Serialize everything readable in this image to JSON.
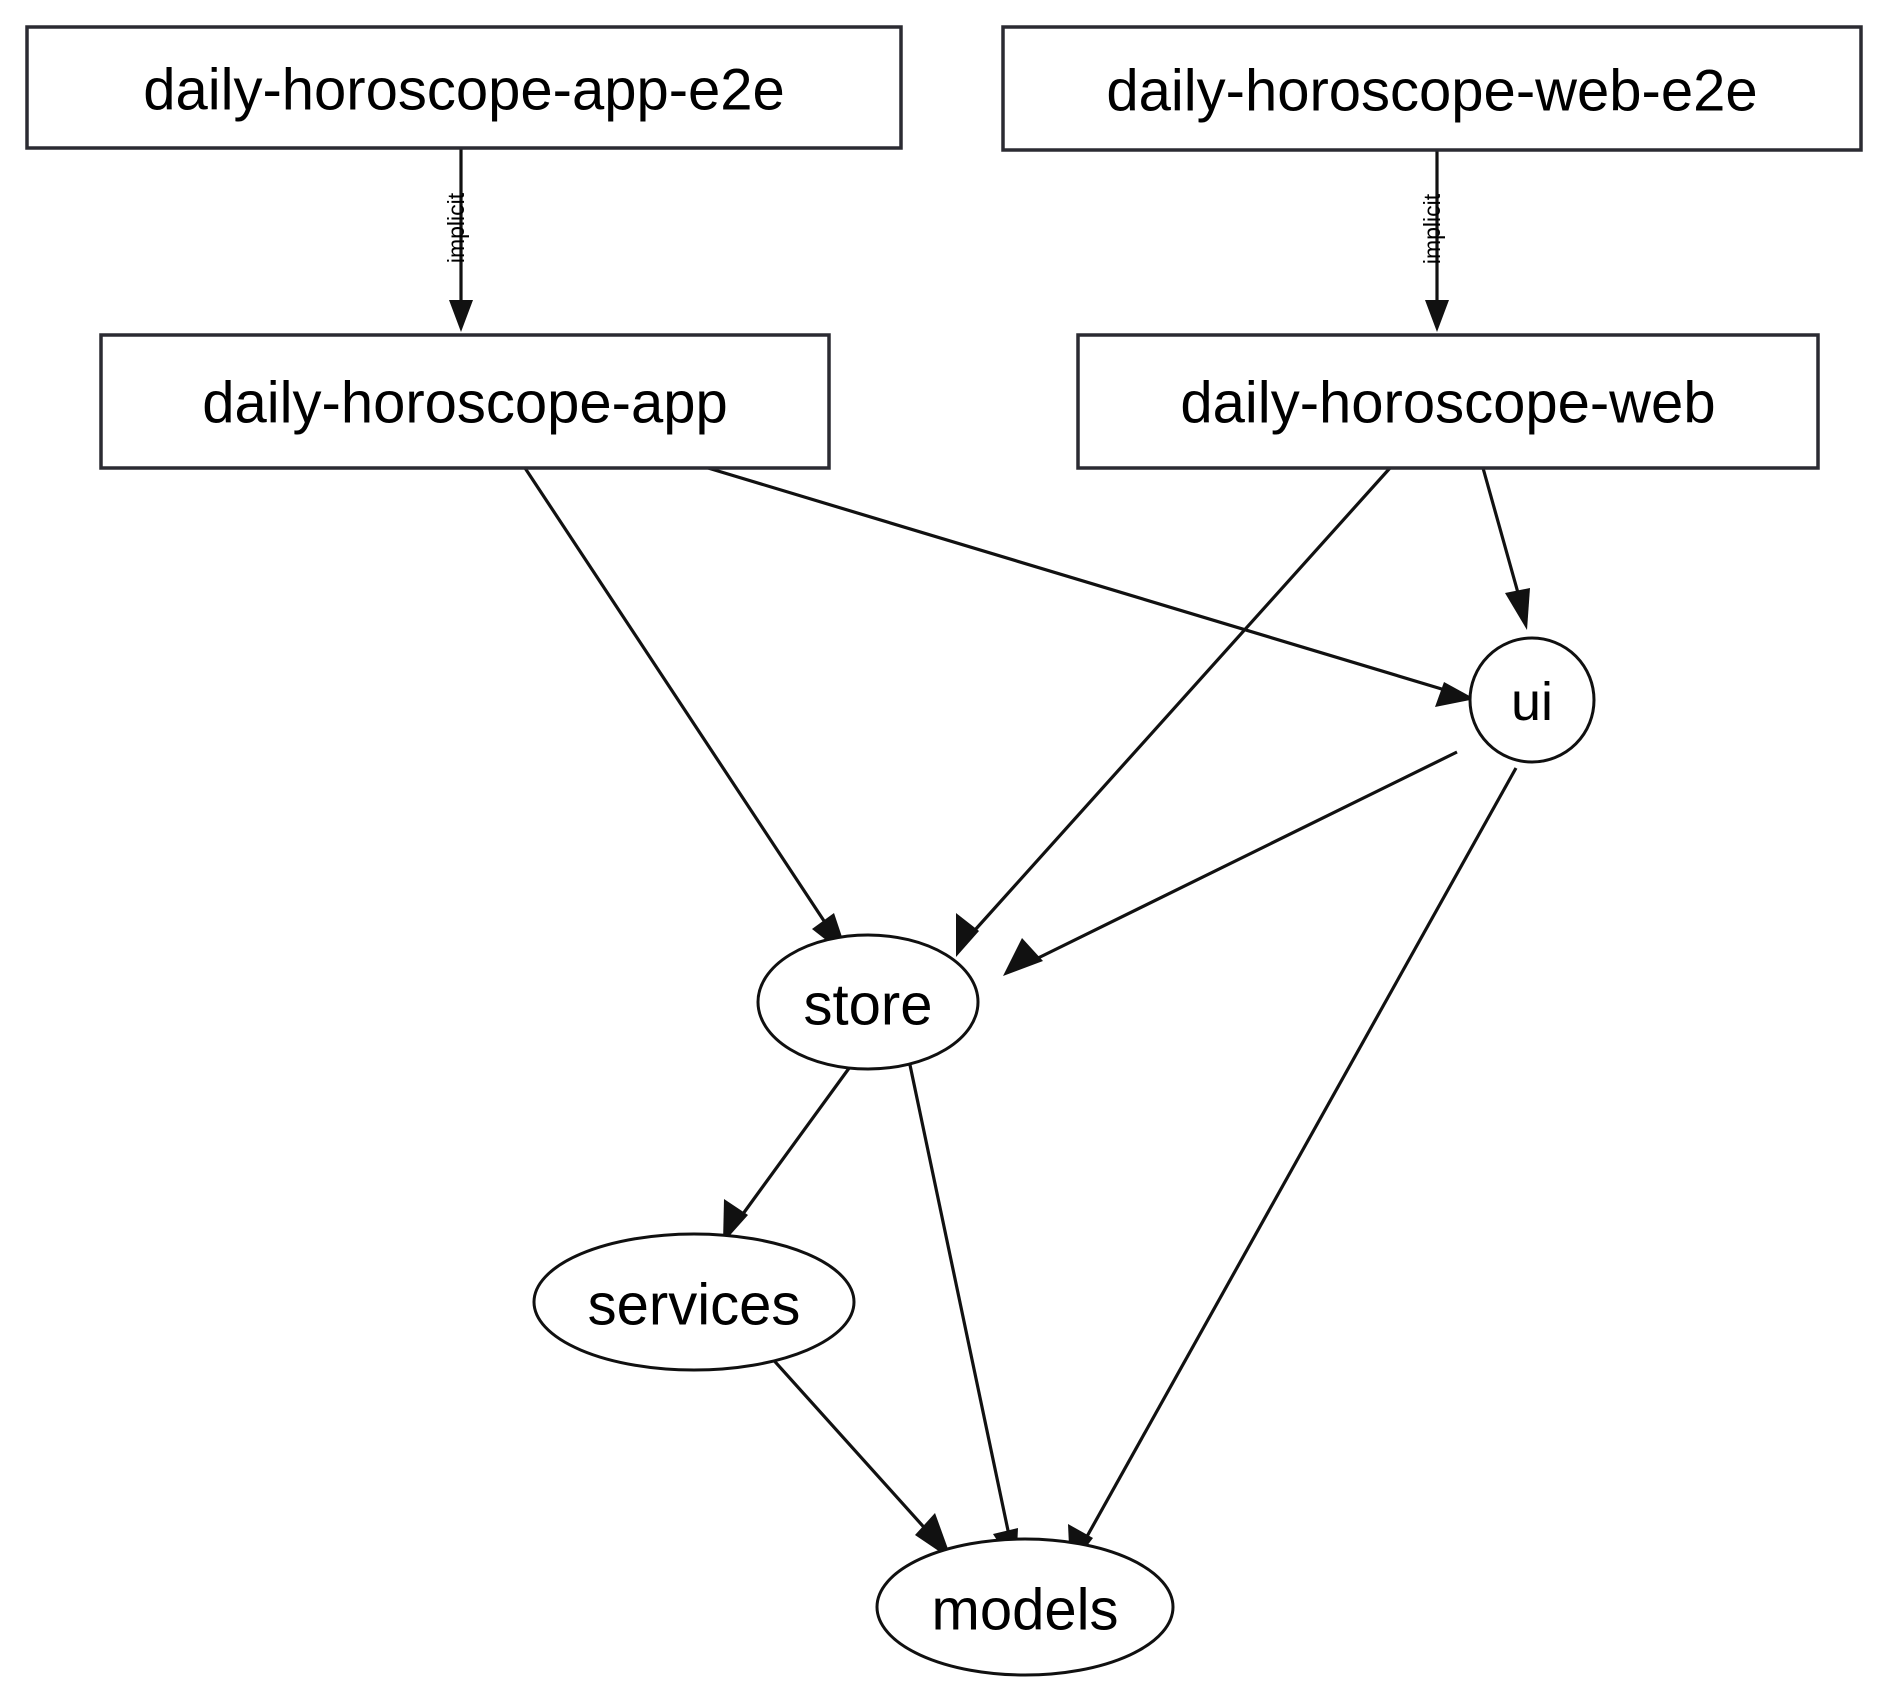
{
  "diagram": {
    "type": "directed-dependency-graph",
    "background_color": "#ffffff",
    "stroke_color": "#111111",
    "node_fill_color": "#ffffff",
    "nodes": [
      {
        "id": "daily-horoscope-app-e2e",
        "label": "daily-horoscope-app-e2e",
        "shape": "box"
      },
      {
        "id": "daily-horoscope-web-e2e",
        "label": "daily-horoscope-web-e2e",
        "shape": "box"
      },
      {
        "id": "daily-horoscope-app",
        "label": "daily-horoscope-app",
        "shape": "box"
      },
      {
        "id": "daily-horoscope-web",
        "label": "daily-horoscope-web",
        "shape": "box"
      },
      {
        "id": "ui",
        "label": "ui",
        "shape": "ellipse"
      },
      {
        "id": "store",
        "label": "store",
        "shape": "ellipse"
      },
      {
        "id": "services",
        "label": "services",
        "shape": "ellipse"
      },
      {
        "id": "models",
        "label": "models",
        "shape": "ellipse"
      }
    ],
    "edges": [
      {
        "from": "daily-horoscope-app-e2e",
        "to": "daily-horoscope-app",
        "label": "implicit"
      },
      {
        "from": "daily-horoscope-web-e2e",
        "to": "daily-horoscope-web",
        "label": "implicit"
      },
      {
        "from": "daily-horoscope-app",
        "to": "store",
        "label": ""
      },
      {
        "from": "daily-horoscope-app",
        "to": "ui",
        "label": ""
      },
      {
        "from": "daily-horoscope-web",
        "to": "store",
        "label": ""
      },
      {
        "from": "daily-horoscope-web",
        "to": "ui",
        "label": ""
      },
      {
        "from": "ui",
        "to": "store",
        "label": ""
      },
      {
        "from": "ui",
        "to": "models",
        "label": ""
      },
      {
        "from": "store",
        "to": "services",
        "label": ""
      },
      {
        "from": "store",
        "to": "models",
        "label": ""
      },
      {
        "from": "services",
        "to": "models",
        "label": ""
      }
    ]
  }
}
